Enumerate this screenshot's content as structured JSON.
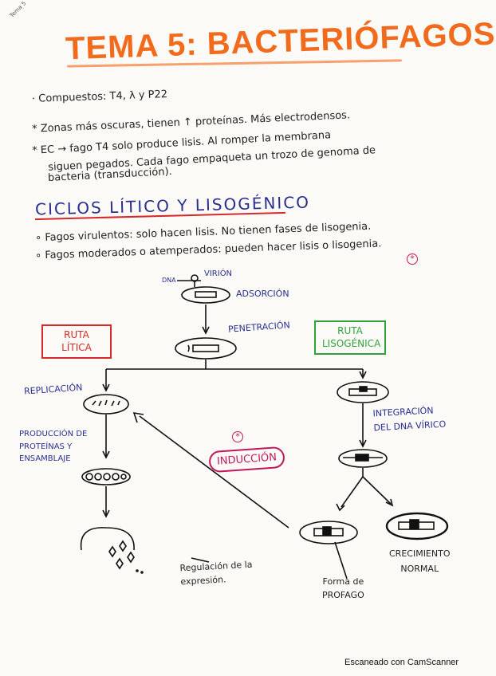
{
  "corner_note": "Tema 5",
  "title": "TEMA 5: BACTERIÓFAGOS",
  "notes": {
    "line1": "· Compuestos: T4, λ y P22",
    "line2": "* Zonas más oscuras, tienen ↑ proteínas. Más electrodensos.",
    "line3": "* EC → fago T4 solo produce lisis. Al romper la membrana",
    "line4": "siguen pegados. Cada fago empaqueta un trozo de genoma de",
    "line5": "bacteria (transducción)."
  },
  "section": {
    "title": "CICLOS LÍTICO Y LISOGÉNICO",
    "bullet1": "∘ Fagos virulentos: solo hacen lisis. No tienen fases de lisogenia.",
    "bullet2": "∘ Fagos moderados o atemperados: pueden hacer lisis o lisogenia."
  },
  "diagram": {
    "dna_label": "DNA",
    "virion_label": "VIRIÓN",
    "adsorcion": "ADSORCIÓN",
    "penetracion": "PENETRACIÓN",
    "ruta_litica_line1": "RUTA",
    "ruta_litica_line2": "LÍTICA",
    "ruta_lisogenica_line1": "RUTA",
    "ruta_lisogenica_line2": "LISOGÉNICA",
    "replicacion": "REPLICACIÓN",
    "produccion_line1": "PRODUCCIÓN DE",
    "produccion_line2": "PROTEÍNAS Y",
    "produccion_line3": "ENSAMBLAJE",
    "integracion_line1": "INTEGRACIÓN",
    "integracion_line2": "DEL DNA VÍRICO",
    "induccion": "INDUCCIÓN",
    "asterisk": "*",
    "regulacion_line1": "Regulación de la",
    "regulacion_line2": "expresión.",
    "forma_line1": "Forma de",
    "forma_line2": "PROFAGO",
    "crecimiento_line1": "CRECIMIENTO",
    "crecimiento_line2": "NORMAL"
  },
  "footer": "Escaneado con CamScanner",
  "colors": {
    "title": "#f26a1b",
    "section": "#2a2f8f",
    "underline": "#d62a2a",
    "ruta_litica": "#d62a2a",
    "ruta_lisogenica": "#2ea33a",
    "induccion": "#c2185b"
  }
}
